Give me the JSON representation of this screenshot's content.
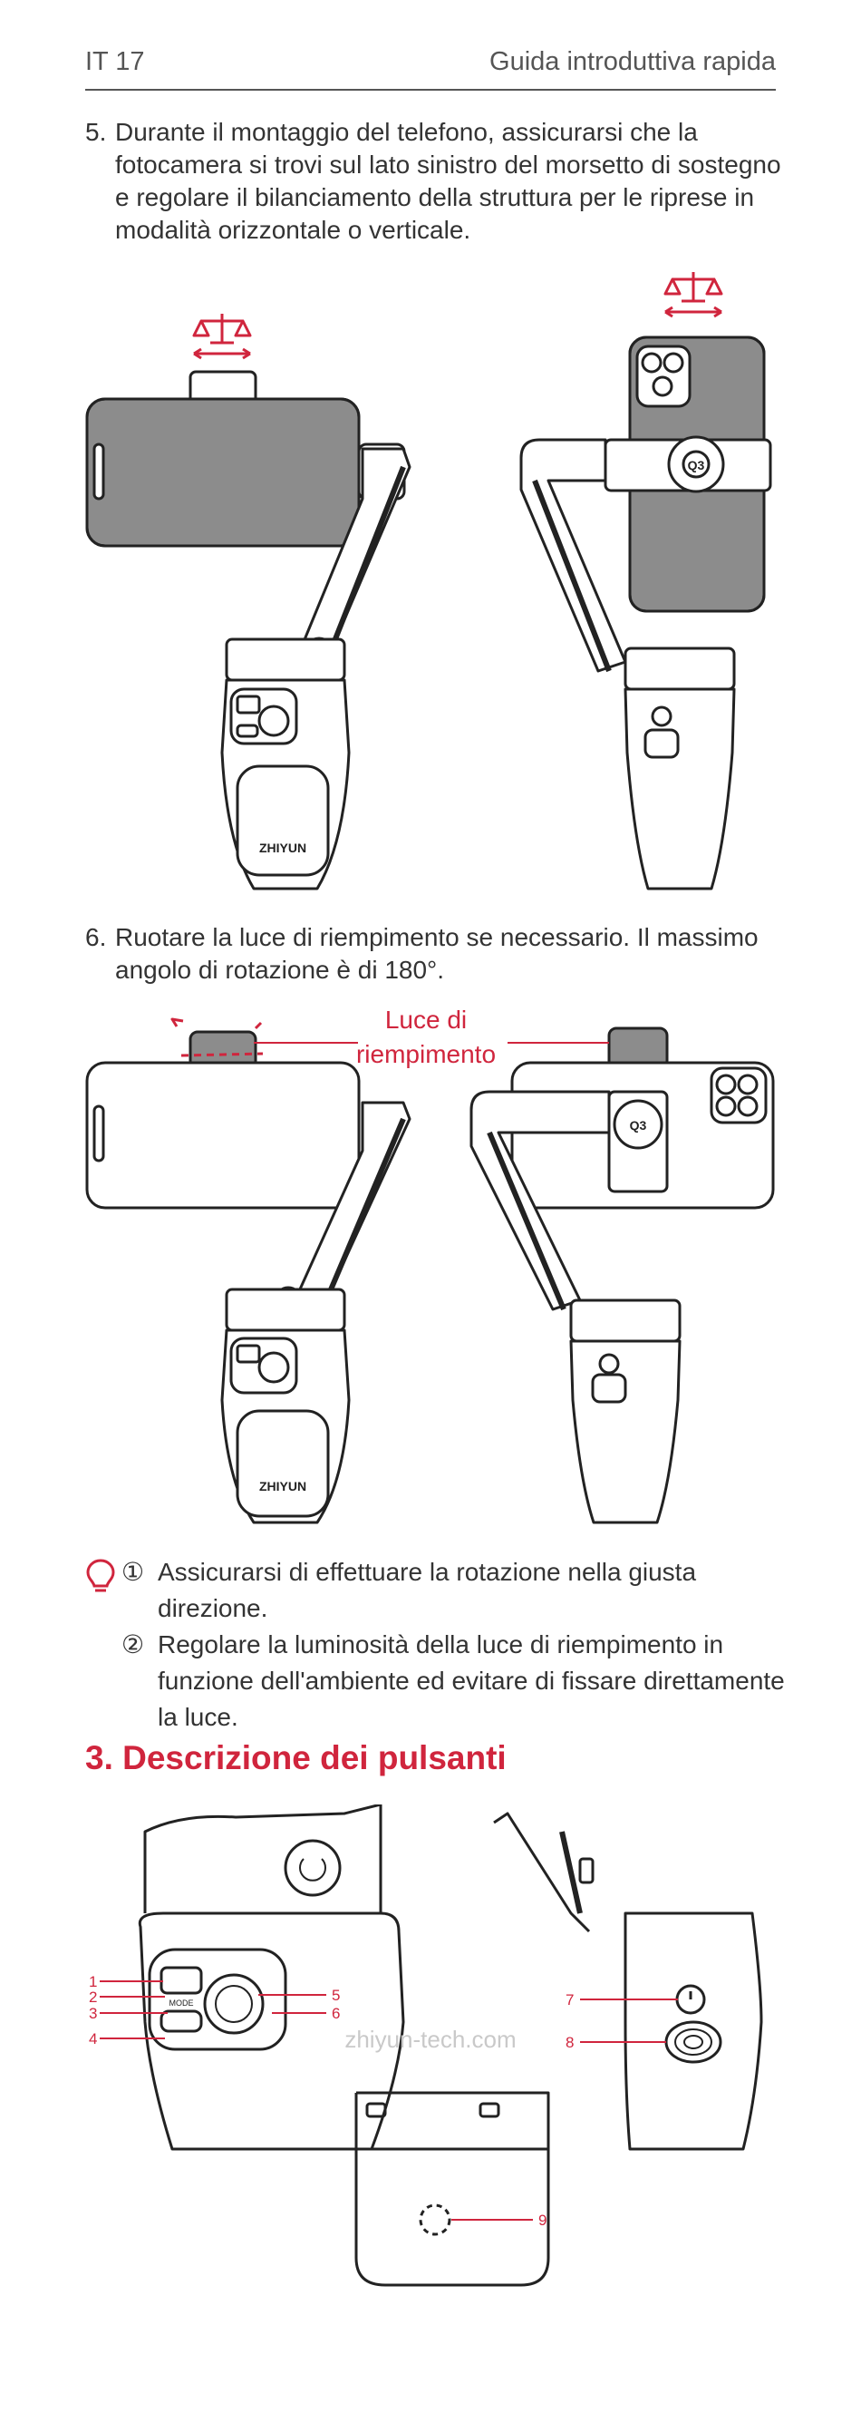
{
  "header": {
    "page": "IT 17",
    "guide": "Guida introduttiva rapida"
  },
  "step5": {
    "number": "5.",
    "text": "Durante il montaggio del telefono, assicurarsi che la fotocamera si trovi sul lato sinistro del morsetto di sostegno e regolare il bilanciamento della struttura per le riprese in modalità orizzontale o verticale."
  },
  "step6": {
    "number": "6.",
    "text": "Ruotare la luce di riempimento se necessario. Il massimo angolo di rotazione è di 180°."
  },
  "fill_light_label": {
    "line1": "Luce di",
    "line2": "riempimento"
  },
  "tips": [
    {
      "marker": "①",
      "text": "Assicurarsi di effettuare la rotazione nella giusta direzione."
    },
    {
      "marker": "②",
      "text": "Regolare la luminosità della luce di riempimento in funzione dell'ambiente ed evitare di fissare direttamente la luce."
    }
  ],
  "section_title": "3. Descrizione dei pulsanti",
  "callouts": [
    "1",
    "2",
    "3",
    "4",
    "5",
    "6",
    "7",
    "8",
    "9"
  ],
  "device": {
    "brand": "ZHIYUN",
    "model_badge": "Q3",
    "mode_label": "MODE"
  },
  "footer": "zhiyun-tech.com",
  "colors": {
    "accent": "#d0253d",
    "line": "#222222",
    "phone_fill": "#8c8c8c"
  }
}
